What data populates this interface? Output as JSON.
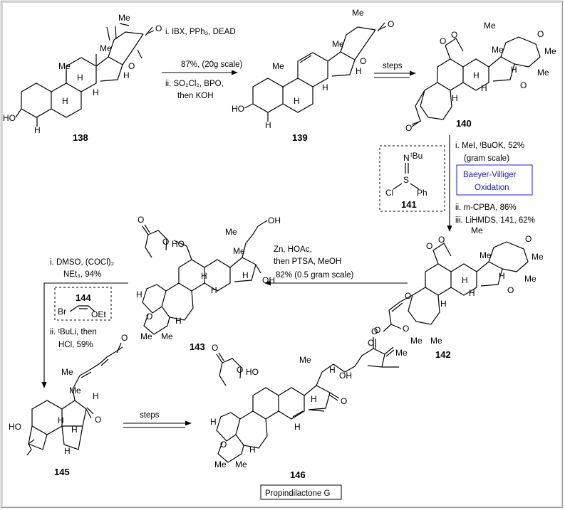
{
  "compounds": {
    "c138": "138",
    "c139": "139",
    "c140": "140",
    "c141": "141",
    "c142": "142",
    "c143": "143",
    "c144": "144",
    "c145": "145",
    "c146": "146"
  },
  "steps": {
    "s1_i": "i. IBX, PPh₃, DEAD",
    "s1_yield": "87%,  (20g scale)",
    "s1_ii": "ii. SO₂Cl₂, BPO,",
    "s1_then": "then KOH",
    "s2": "steps",
    "s3_i": "i. MeI, ᵗBuOK, 52%",
    "s3_scale": "(gram scale)",
    "s3_bv1": "Baeyer-Villiger",
    "s3_bv2": "Oxidation",
    "s3_ii": "ii. m-CPBA, 86%",
    "s3_iii": "iii. LiHMDS, 141, 62%",
    "s4_1": "Zn, HOAc,",
    "s4_2": "then PTSA, MeOH",
    "s4_3": "82% (0.5 gram scale)",
    "s5_i": "i. DMSO, (COCl)₂",
    "s5_base": "NEt₃, 94%",
    "s5_ii": "ii. ᵗBuLi, then",
    "s5_hcl": "HCl, 59%",
    "s6": "steps"
  },
  "reagent141": {
    "n": "N",
    "tbu": "ᵗBu",
    "s": "S",
    "cl": "Cl",
    "ph": "Ph"
  },
  "reagent144": {
    "br": "Br",
    "oet": "OEt"
  },
  "atoms": {
    "me": "Me",
    "h": "H",
    "o": "O",
    "ho": "HO",
    "oh": "OH"
  },
  "product_name": "Propindilactone G",
  "colors": {
    "accent_text": "#1a1aff",
    "line": "#000000",
    "frame": "#9a9a9a"
  }
}
